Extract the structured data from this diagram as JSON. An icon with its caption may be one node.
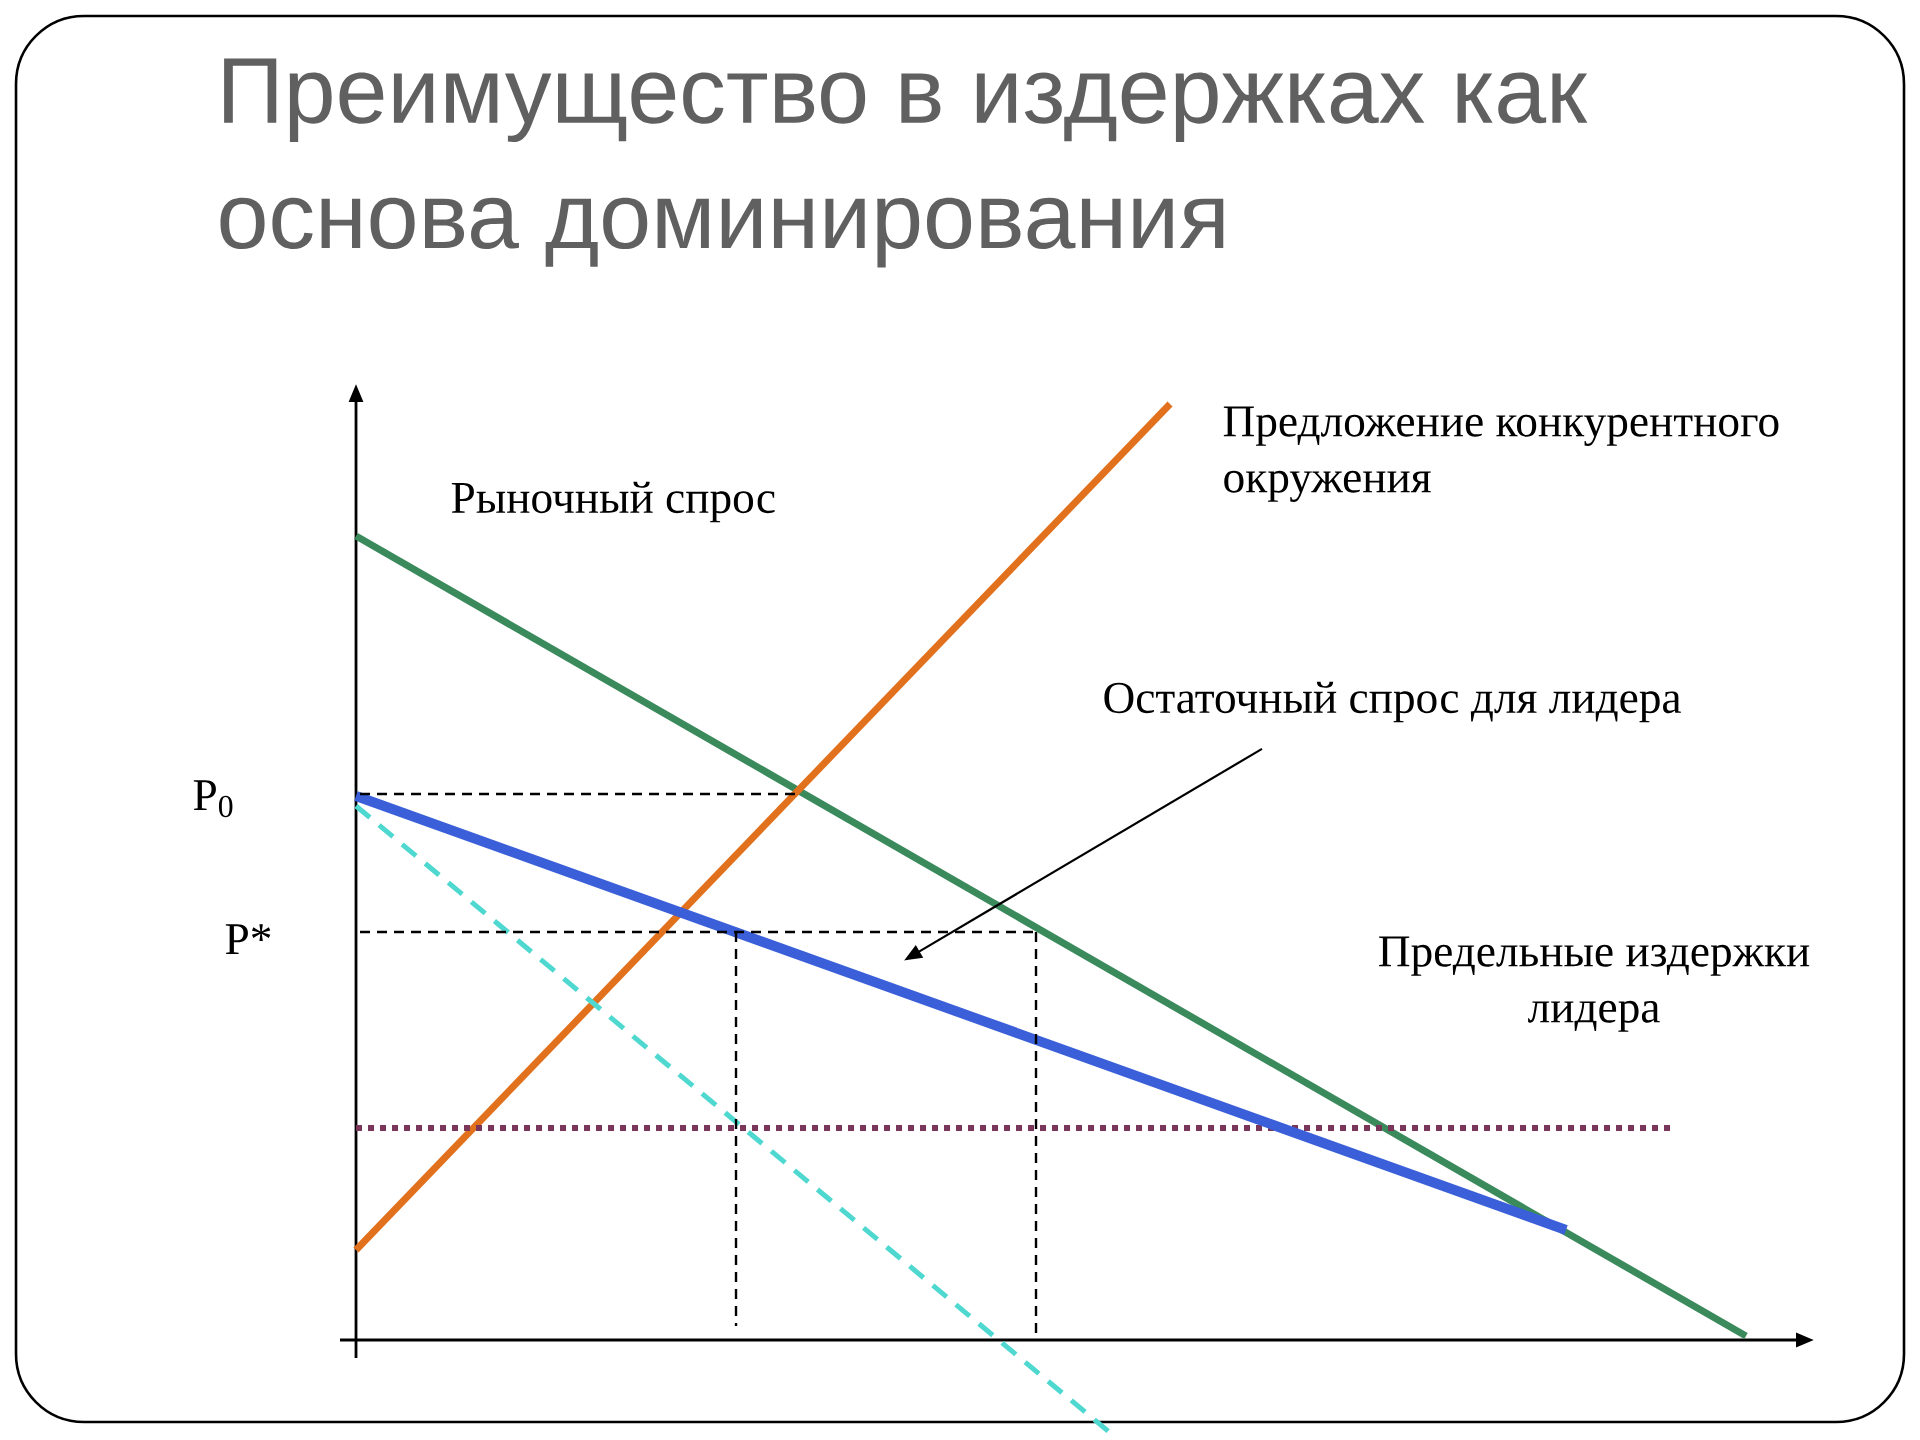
{
  "diagram": {
    "title": "Преимущество в издержках как основа доминирования",
    "nodes": [
      {
        "text": [
          "Остаточный спрос для лидера"
        ]
      },
      {
        "text": [],
        "shape": "line"
      }
    ],
    "edges": [
      {
        "from": 0,
        "to": 1,
        "arrow": "to"
      }
    ],
    "labels": [
      "Предложение конкурентного окружения",
      "Рыночный спрос",
      "P$_{0}$",
      "P*",
      "Предельные издержки лидера"
    ]
  }
}
